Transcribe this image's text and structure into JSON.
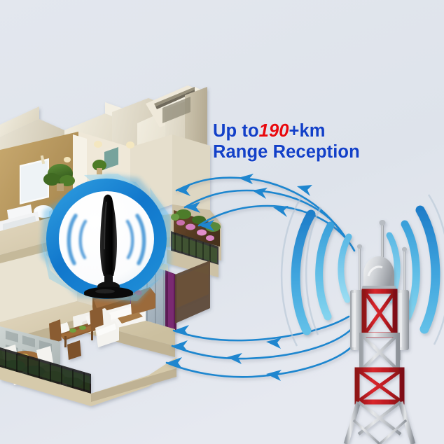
{
  "background": {
    "color": "#dfe4ec"
  },
  "headline": {
    "line1_prefix": "Up to",
    "line1_highlight": "190",
    "line1_suffix": "+km",
    "line2": "Range Reception",
    "text_color": "#1340c8",
    "highlight_color": "#e8080d"
  },
  "scene": {
    "house": {
      "name": "cutaway-apartment-building",
      "wall_color": "#e8e2d2",
      "floor_color": "#d9cdb6",
      "rooms": [
        "bathroom",
        "bedroom",
        "living-room",
        "dining-room",
        "terrace-garden"
      ]
    },
    "antenna_badge": {
      "name": "indoor-antenna-highlight",
      "ring_color": "#1b8ddc",
      "inner_color": "#ffffff",
      "antenna_color": "#111111",
      "wave_color": "#3b8fd4"
    },
    "tower": {
      "name": "broadcast-tower",
      "lattice_red": "#cf2026",
      "lattice_white": "#d8dade",
      "dome_color": "#c9ccd1"
    },
    "signal_arcs": {
      "count": 6,
      "color_dark": "#1f7ec9",
      "color_light": "#7fd2ee"
    },
    "signal_arrows": {
      "count": 6,
      "color": "#1f86cf",
      "direction": "tower-to-house"
    }
  }
}
